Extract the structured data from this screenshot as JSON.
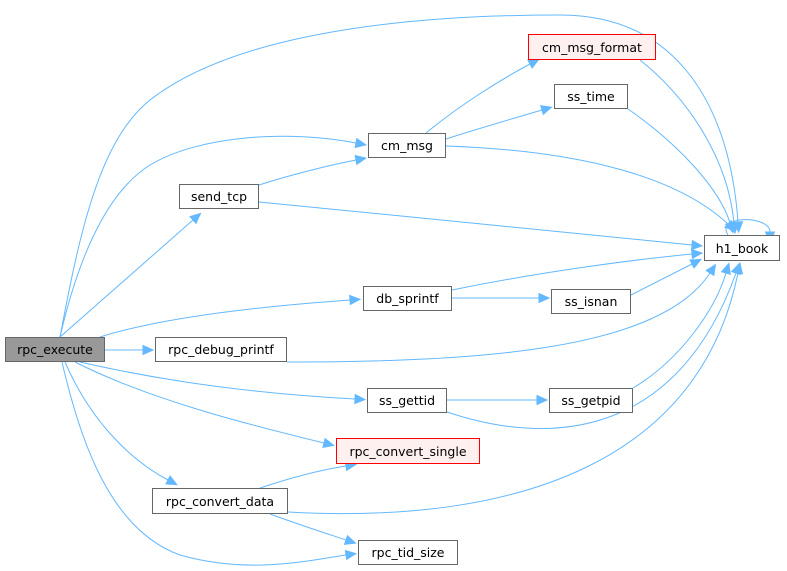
{
  "graph": {
    "edge_color": "#63b8ff",
    "root_fill": "#999999",
    "nodes": {
      "rpc_execute": "rpc_execute",
      "send_tcp": "send_tcp",
      "cm_msg": "cm_msg",
      "cm_msg_format": "cm_msg_format",
      "ss_time": "ss_time",
      "h1_book": "h1_book",
      "db_sprintf": "db_sprintf",
      "ss_isnan": "ss_isnan",
      "rpc_debug_printf": "rpc_debug_printf",
      "ss_gettid": "ss_gettid",
      "ss_getpid": "ss_getpid",
      "rpc_convert_single": "rpc_convert_single",
      "rpc_convert_data": "rpc_convert_data",
      "rpc_tid_size": "rpc_tid_size"
    },
    "edges": [
      [
        "rpc_execute",
        "send_tcp"
      ],
      [
        "rpc_execute",
        "cm_msg"
      ],
      [
        "rpc_execute",
        "h1_book"
      ],
      [
        "rpc_execute",
        "db_sprintf"
      ],
      [
        "rpc_execute",
        "rpc_debug_printf"
      ],
      [
        "rpc_execute",
        "ss_gettid"
      ],
      [
        "rpc_execute",
        "rpc_convert_single"
      ],
      [
        "rpc_execute",
        "rpc_convert_data"
      ],
      [
        "rpc_execute",
        "rpc_tid_size"
      ],
      [
        "send_tcp",
        "cm_msg"
      ],
      [
        "send_tcp",
        "h1_book"
      ],
      [
        "cm_msg",
        "cm_msg_format"
      ],
      [
        "cm_msg",
        "ss_time"
      ],
      [
        "cm_msg",
        "h1_book"
      ],
      [
        "cm_msg_format",
        "h1_book"
      ],
      [
        "ss_time",
        "h1_book"
      ],
      [
        "h1_book",
        "h1_book"
      ],
      [
        "db_sprintf",
        "h1_book"
      ],
      [
        "db_sprintf",
        "ss_isnan"
      ],
      [
        "ss_isnan",
        "h1_book"
      ],
      [
        "rpc_debug_printf",
        "h1_book"
      ],
      [
        "ss_gettid",
        "ss_getpid"
      ],
      [
        "ss_gettid",
        "h1_book"
      ],
      [
        "ss_getpid",
        "h1_book"
      ],
      [
        "rpc_convert_data",
        "rpc_convert_single"
      ],
      [
        "rpc_convert_data",
        "h1_book"
      ],
      [
        "rpc_convert_data",
        "rpc_tid_size"
      ]
    ]
  }
}
